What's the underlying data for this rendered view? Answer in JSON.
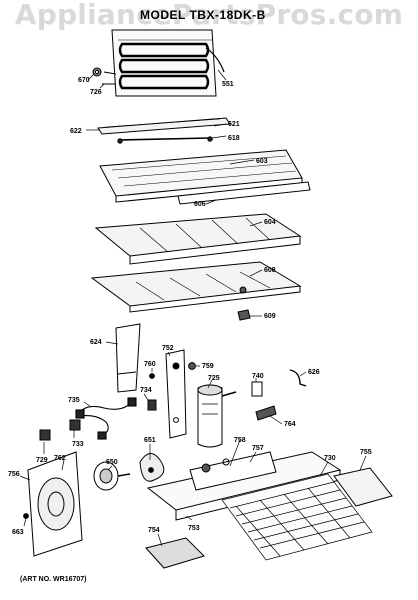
{
  "watermark": "AppliancePartsPros.com",
  "title": "MODEL TBX-18DK-B",
  "art_number": "(ART NO. WR16707)",
  "callouts": [
    "670",
    "726",
    "551",
    "622",
    "621",
    "618",
    "603",
    "606",
    "604",
    "608",
    "609",
    "624",
    "752",
    "759",
    "760",
    "734",
    "735",
    "725",
    "740",
    "626",
    "764",
    "733",
    "729",
    "762",
    "651",
    "758",
    "757",
    "730",
    "755",
    "650",
    "756",
    "663",
    "753",
    "754"
  ]
}
